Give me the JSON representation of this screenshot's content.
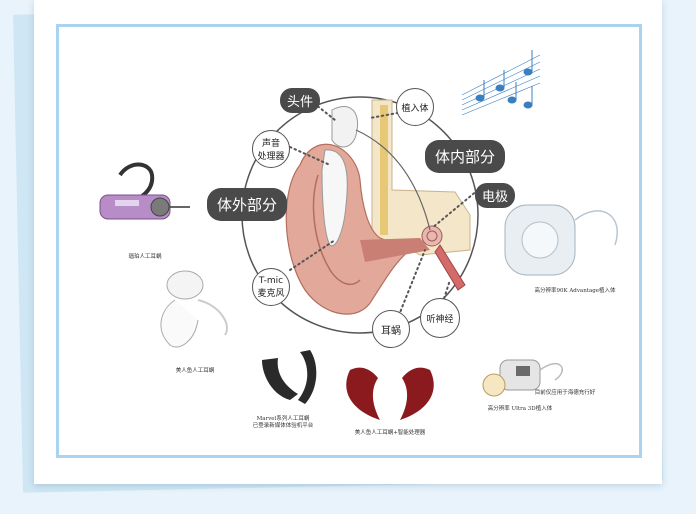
{
  "diagram": {
    "external_label": "体外部分",
    "internal_label": "体内部分",
    "nodes": {
      "headpiece": "头件",
      "implant": "植入体",
      "processor_line1": "声音",
      "processor_line2": "处理器",
      "electrode": "电极",
      "tmic_line1": "T-mic",
      "tmic_line2": "麦克风",
      "cochlea": "耳蜗",
      "auditory_nerve": "听神经"
    },
    "captions": {
      "naida": "瑙珀人工耳蜗",
      "neptune": "美人鱼人工耳蜗",
      "marvel_line1": "Marvel系列人工耳蜗",
      "marvel_line2": "已登录新媒体体验机平台",
      "marvel_pair": "美人鱼人工耳蜗+智能处理器",
      "hires90k": "高分辨率90K Advantage植入体",
      "ultra_line1": "目前仅应用于海德充行好",
      "ultra_line2": "高分辨率 Ultra 3D植入体"
    }
  },
  "colors": {
    "background": "#e8f3fb",
    "frame": "#a9d3ee",
    "pill": "#4a4a4a",
    "note": "#3a7fc0"
  },
  "icons": [
    "music-notes-icon"
  ]
}
